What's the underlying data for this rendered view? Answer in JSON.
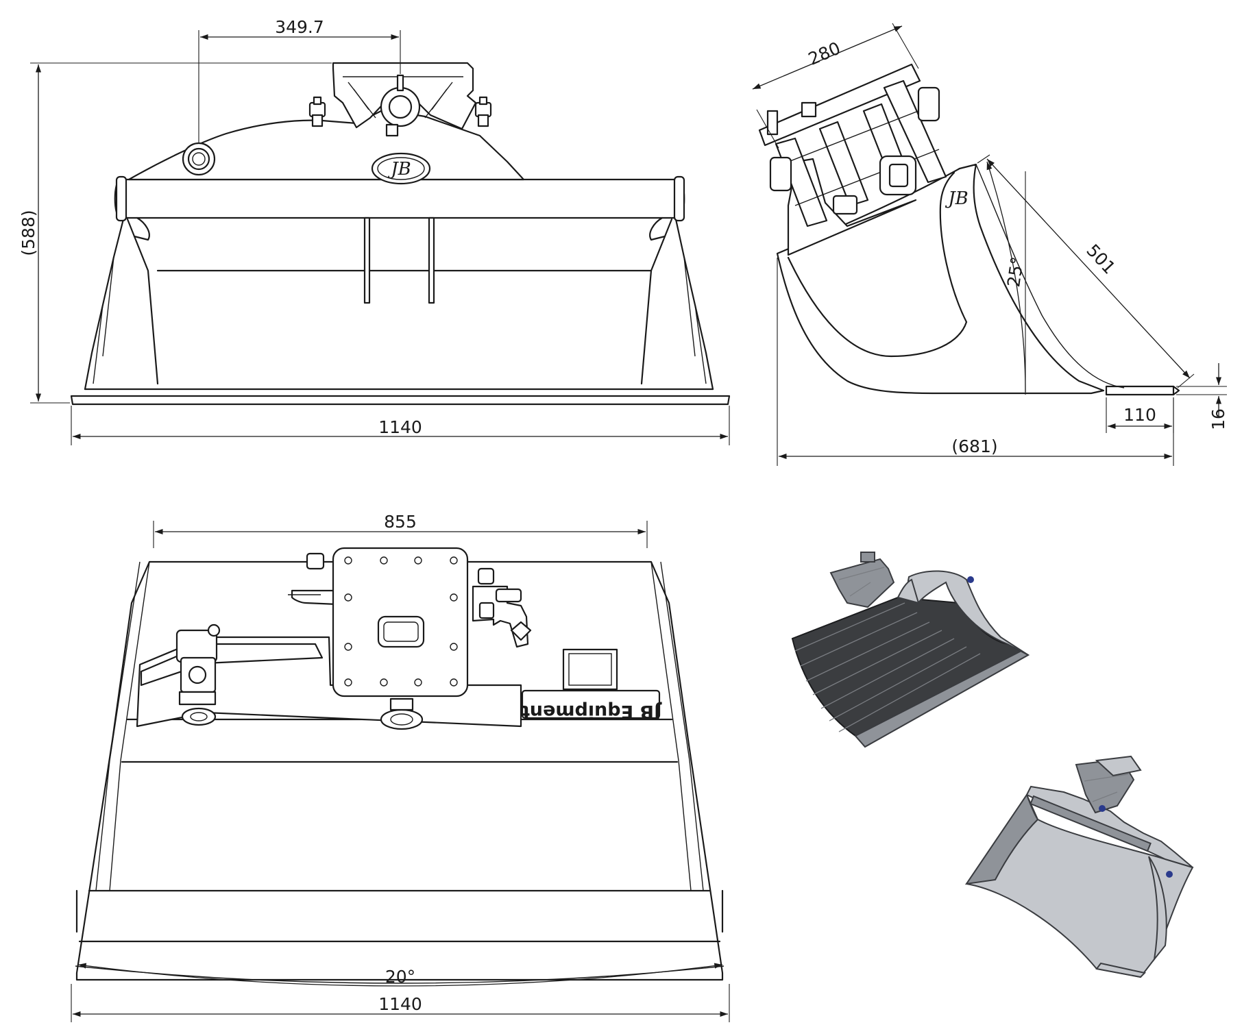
{
  "dimensions": {
    "front_top_offset": "349.7",
    "front_height": "(588)",
    "front_width": "1140",
    "side_mount_width": "280",
    "side_angle": "25°",
    "side_diagonal": "501",
    "side_lip_length": "110",
    "side_lip_thickness": "16",
    "side_depth": "(681)",
    "top_inner_width": "855",
    "top_tilt_angle": "20°",
    "top_width": "1140"
  },
  "labels": {
    "logo_front": "JB",
    "logo_side": "JB",
    "plate_text": "JB Equipment"
  },
  "colors": {
    "line": "#1a1a1a",
    "render_dark": "#3b3d40",
    "render_grey": "#c4c7cc",
    "accent_blue": "#2a3a8c"
  }
}
